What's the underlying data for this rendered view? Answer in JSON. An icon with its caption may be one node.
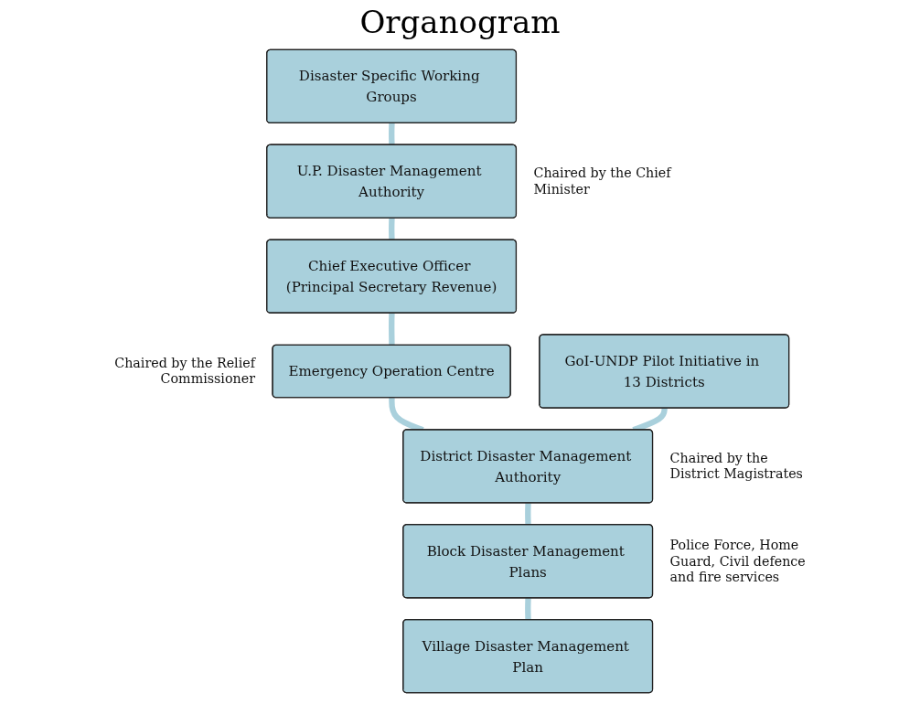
{
  "diagram": {
    "title": "Organogram",
    "nodes": [
      {
        "text": [
          "Disaster Specific Working Groups"
        ]
      },
      {
        "text": [
          "U.P. Disaster Management Authority"
        ],
        "beside": [
          "Chaired by the Chief Minister"
        ]
      },
      {
        "text": [
          "Chief Executive Officer (Principal Secretary Revenue)"
        ]
      },
      {
        "text": [
          "Emergency Operation Centre"
        ],
        "beside": [
          "Chaired by the Relief Commissioner"
        ]
      },
      {
        "text": [
          "GoI-UNDP Pilot Initiative in 13 Districts"
        ]
      },
      {
        "text": [
          "District Disaster Management Authority"
        ],
        "beside": [
          "Chaired by the District Magistrates"
        ]
      },
      {
        "text": [
          "Block Disaster Management Plans"
        ],
        "beside": [
          "Police Force, Home Guard, Civil defence and fire services"
        ]
      },
      {
        "text": [
          "Village Disaster Management Plan"
        ]
      }
    ],
    "edges": [
      {
        "from": 0,
        "to": 1,
        "arrow": "none"
      },
      {
        "from": 1,
        "to": 2,
        "arrow": "none"
      },
      {
        "from": 2,
        "to": 3,
        "arrow": "none"
      },
      {
        "from": 3,
        "to": 5,
        "arrow": "none"
      },
      {
        "from": 4,
        "to": 5,
        "arrow": "none"
      },
      {
        "from": 5,
        "to": 6,
        "arrow": "none"
      },
      {
        "from": 6,
        "to": 7,
        "arrow": "none"
      }
    ]
  }
}
